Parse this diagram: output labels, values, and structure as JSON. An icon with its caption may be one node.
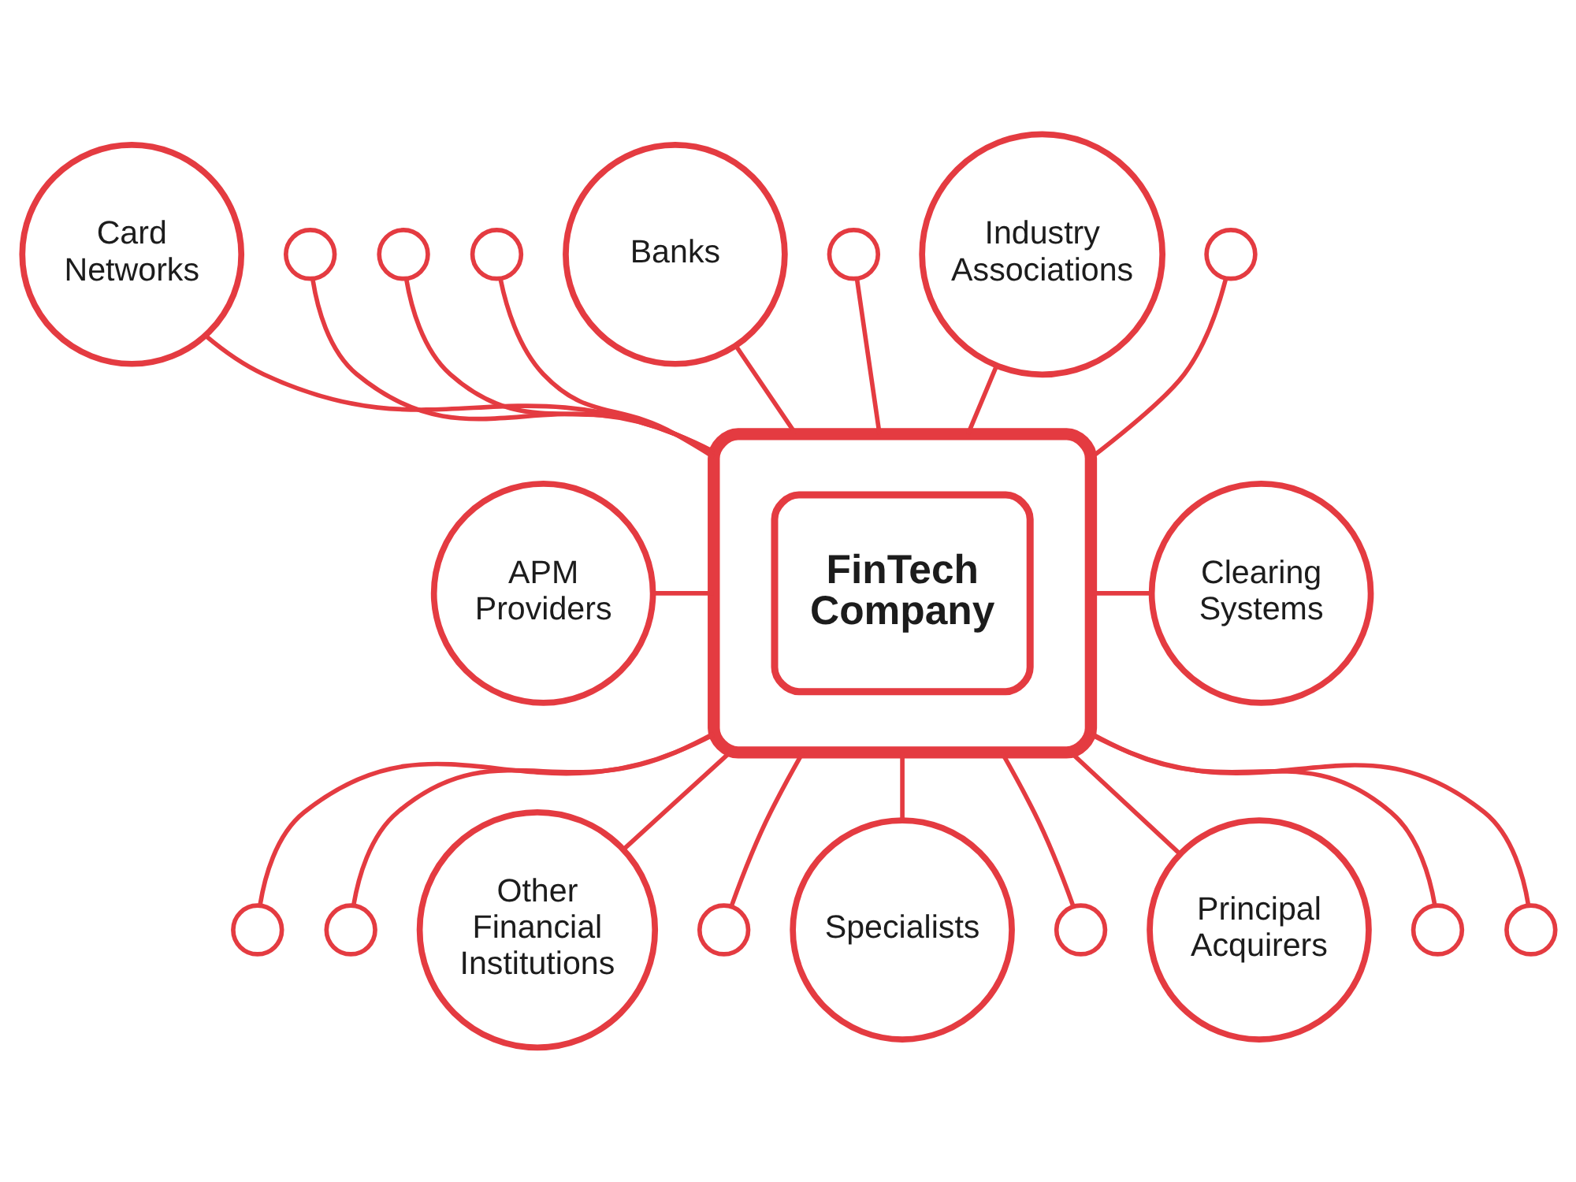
{
  "diagram": {
    "nodes": [
      {
        "text": [
          "Banks"
        ]
      },
      {
        "text": [
          "Card Networks"
        ]
      },
      {
        "text": [
          "Industry Associations"
        ]
      },
      {
        "text": [],
        "shape": "box"
      },
      {
        "text": [
          "FinTech Company"
        ],
        "in": 3
      },
      {
        "text": [
          "APM Providers"
        ]
      },
      {
        "text": [
          "Clearing Systems"
        ]
      },
      {
        "text": [
          "Other Financial Institutions"
        ]
      },
      {
        "text": [
          "Principal Acquirers"
        ]
      },
      {
        "text": [
          "Specialists"
        ]
      },
      {
        "text": [],
        "shape": "circle"
      },
      {
        "text": [],
        "shape": "circle"
      },
      {
        "text": [],
        "shape": "circle"
      },
      {
        "text": [],
        "shape": "circle"
      },
      {
        "text": [],
        "shape": "circle"
      },
      {
        "text": [],
        "shape": "circle"
      },
      {
        "text": [],
        "shape": "circle"
      },
      {
        "text": [],
        "shape": "circle"
      },
      {
        "text": [],
        "shape": "circle"
      },
      {
        "text": [],
        "shape": "circle"
      },
      {
        "text": [],
        "shape": "circle"
      }
    ],
    "edges": [
      {
        "from": 3,
        "to": 0,
        "arrow": "none"
      },
      {
        "from": 3,
        "to": 1,
        "arrow": "none"
      },
      {
        "from": 3,
        "to": 2,
        "arrow": "none"
      },
      {
        "from": 3,
        "to": 5,
        "arrow": "none"
      },
      {
        "from": 3,
        "to": 6,
        "arrow": "none"
      },
      {
        "from": 3,
        "to": 7,
        "arrow": "none"
      },
      {
        "from": 3,
        "to": 8,
        "arrow": "none"
      },
      {
        "from": 3,
        "to": 9,
        "arrow": "none"
      },
      {
        "from": 3,
        "to": 10,
        "arrow": "none"
      },
      {
        "from": 3,
        "to": 11,
        "arrow": "none"
      },
      {
        "from": 3,
        "to": 12,
        "arrow": "none"
      },
      {
        "from": 3,
        "to": 13,
        "arrow": "none"
      },
      {
        "from": 3,
        "to": 14,
        "arrow": "none"
      },
      {
        "from": 3,
        "to": 15,
        "arrow": "none"
      },
      {
        "from": 3,
        "to": 16,
        "arrow": "none"
      },
      {
        "from": 3,
        "to": 17,
        "arrow": "none"
      },
      {
        "from": 3,
        "to": 18,
        "arrow": "none"
      },
      {
        "from": 3,
        "to": 19,
        "arrow": "none"
      },
      {
        "from": 3,
        "to": 20,
        "arrow": "none"
      }
    ]
  }
}
